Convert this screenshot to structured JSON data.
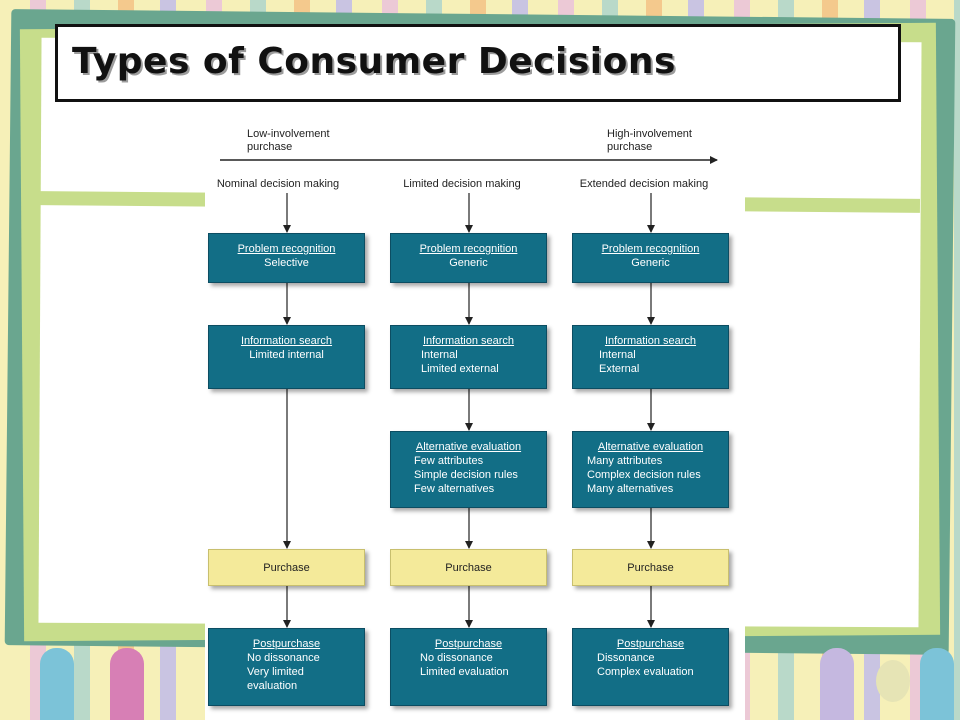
{
  "slide": {
    "title": "Types of Consumer Decisions"
  },
  "diagram": {
    "axis_low": "Low-involvement\npurchase",
    "axis_high": "High-involvement\npurchase",
    "columns": [
      {
        "heading": "Nominal decision making",
        "steps": {
          "problem": {
            "head": "Problem recognition",
            "body": "Selective"
          },
          "search": {
            "head": "Information search",
            "body": "Limited internal"
          },
          "purchase": {
            "head": "Purchase"
          },
          "post": {
            "head": "Postpurchase",
            "body": "No dissonance\nVery limited\nevaluation"
          }
        }
      },
      {
        "heading": "Limited decision making",
        "steps": {
          "problem": {
            "head": "Problem recognition",
            "body": "Generic"
          },
          "search": {
            "head": "Information search",
            "body": "Internal\nLimited external"
          },
          "alt": {
            "head": "Alternative evaluation",
            "body": "Few attributes\nSimple decision rules\nFew alternatives"
          },
          "purchase": {
            "head": "Purchase"
          },
          "post": {
            "head": "Postpurchase",
            "body": "No dissonance\nLimited evaluation"
          }
        }
      },
      {
        "heading": "Extended decision making",
        "steps": {
          "problem": {
            "head": "Problem recognition",
            "body": "Generic"
          },
          "search": {
            "head": "Information search",
            "body": "Internal\nExternal"
          },
          "alt": {
            "head": "Alternative evaluation",
            "body": "Many attributes\nComplex decision rules\nMany alternatives"
          },
          "purchase": {
            "head": "Purchase"
          },
          "post": {
            "head": "Postpurchase",
            "body": "Dissonance\nComplex evaluation"
          }
        }
      }
    ]
  }
}
